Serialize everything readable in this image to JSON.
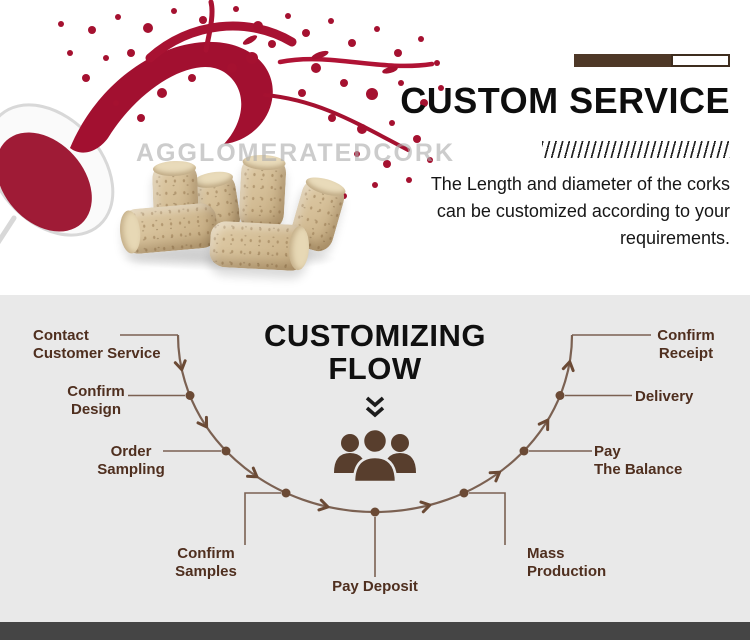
{
  "colors": {
    "accent_brown": "#4e3827",
    "flow_line": "#7b6152",
    "label_brown": "#4f2f1f",
    "wine_red": "#a21030",
    "cork_beige": "#d6c09b",
    "section_bg": "#e9e9e9",
    "footer_bar": "#454545"
  },
  "hero": {
    "watermark": "AGGLOMERATEDCORK",
    "title": "CUSTOM SERVICE",
    "description": "The Length and diameter of the corks can be customized according to your requirements."
  },
  "flow": {
    "title_line1": "CUSTOMIZING",
    "title_line2": "FLOW",
    "icons": {
      "double_chevron_down": "»",
      "people": "👥"
    },
    "steps": [
      {
        "id": "contact-customer-service",
        "line1": "Contact",
        "line2": "Customer Service"
      },
      {
        "id": "confirm-design",
        "line1": "Confirm",
        "line2": "Design"
      },
      {
        "id": "order-sampling",
        "line1": "Order",
        "line2": "Sampling"
      },
      {
        "id": "confirm-samples",
        "line1": "Confirm",
        "line2": "Samples"
      },
      {
        "id": "pay-deposit",
        "line1": "Pay Deposit",
        "line2": ""
      },
      {
        "id": "mass-production",
        "line1": "Mass",
        "line2": "Production"
      },
      {
        "id": "pay-the-balance",
        "line1": "Pay",
        "line2": "The Balance"
      },
      {
        "id": "delivery",
        "line1": "Delivery",
        "line2": ""
      },
      {
        "id": "confirm-receipt",
        "line1": "Confirm",
        "line2": "Receipt"
      }
    ]
  }
}
